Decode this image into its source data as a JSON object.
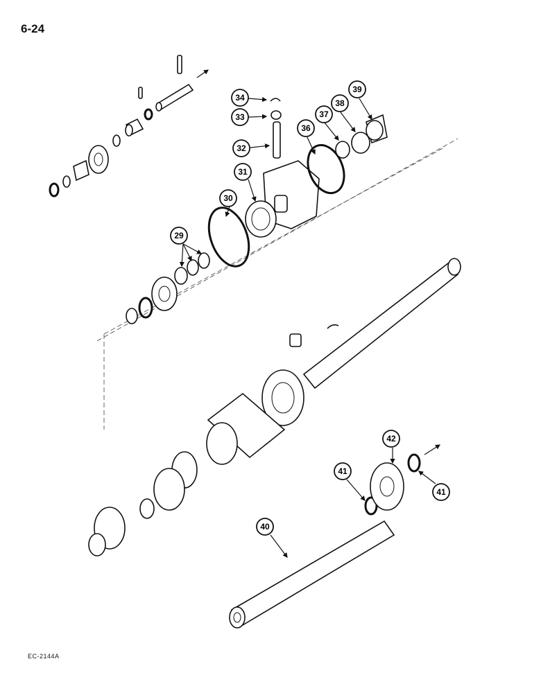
{
  "page": {
    "number": "6-24",
    "figure_code": "EC-2144A"
  },
  "callouts": [
    {
      "id": "c29",
      "label": "29"
    },
    {
      "id": "c30",
      "label": "30"
    },
    {
      "id": "c31",
      "label": "31"
    },
    {
      "id": "c32",
      "label": "32"
    },
    {
      "id": "c33",
      "label": "33"
    },
    {
      "id": "c34",
      "label": "34"
    },
    {
      "id": "c36",
      "label": "36"
    },
    {
      "id": "c37",
      "label": "37"
    },
    {
      "id": "c38",
      "label": "38"
    },
    {
      "id": "c39",
      "label": "39"
    },
    {
      "id": "c40",
      "label": "40"
    },
    {
      "id": "c41a",
      "label": "41"
    },
    {
      "id": "c41b",
      "label": "41"
    },
    {
      "id": "c42",
      "label": "42"
    }
  ]
}
